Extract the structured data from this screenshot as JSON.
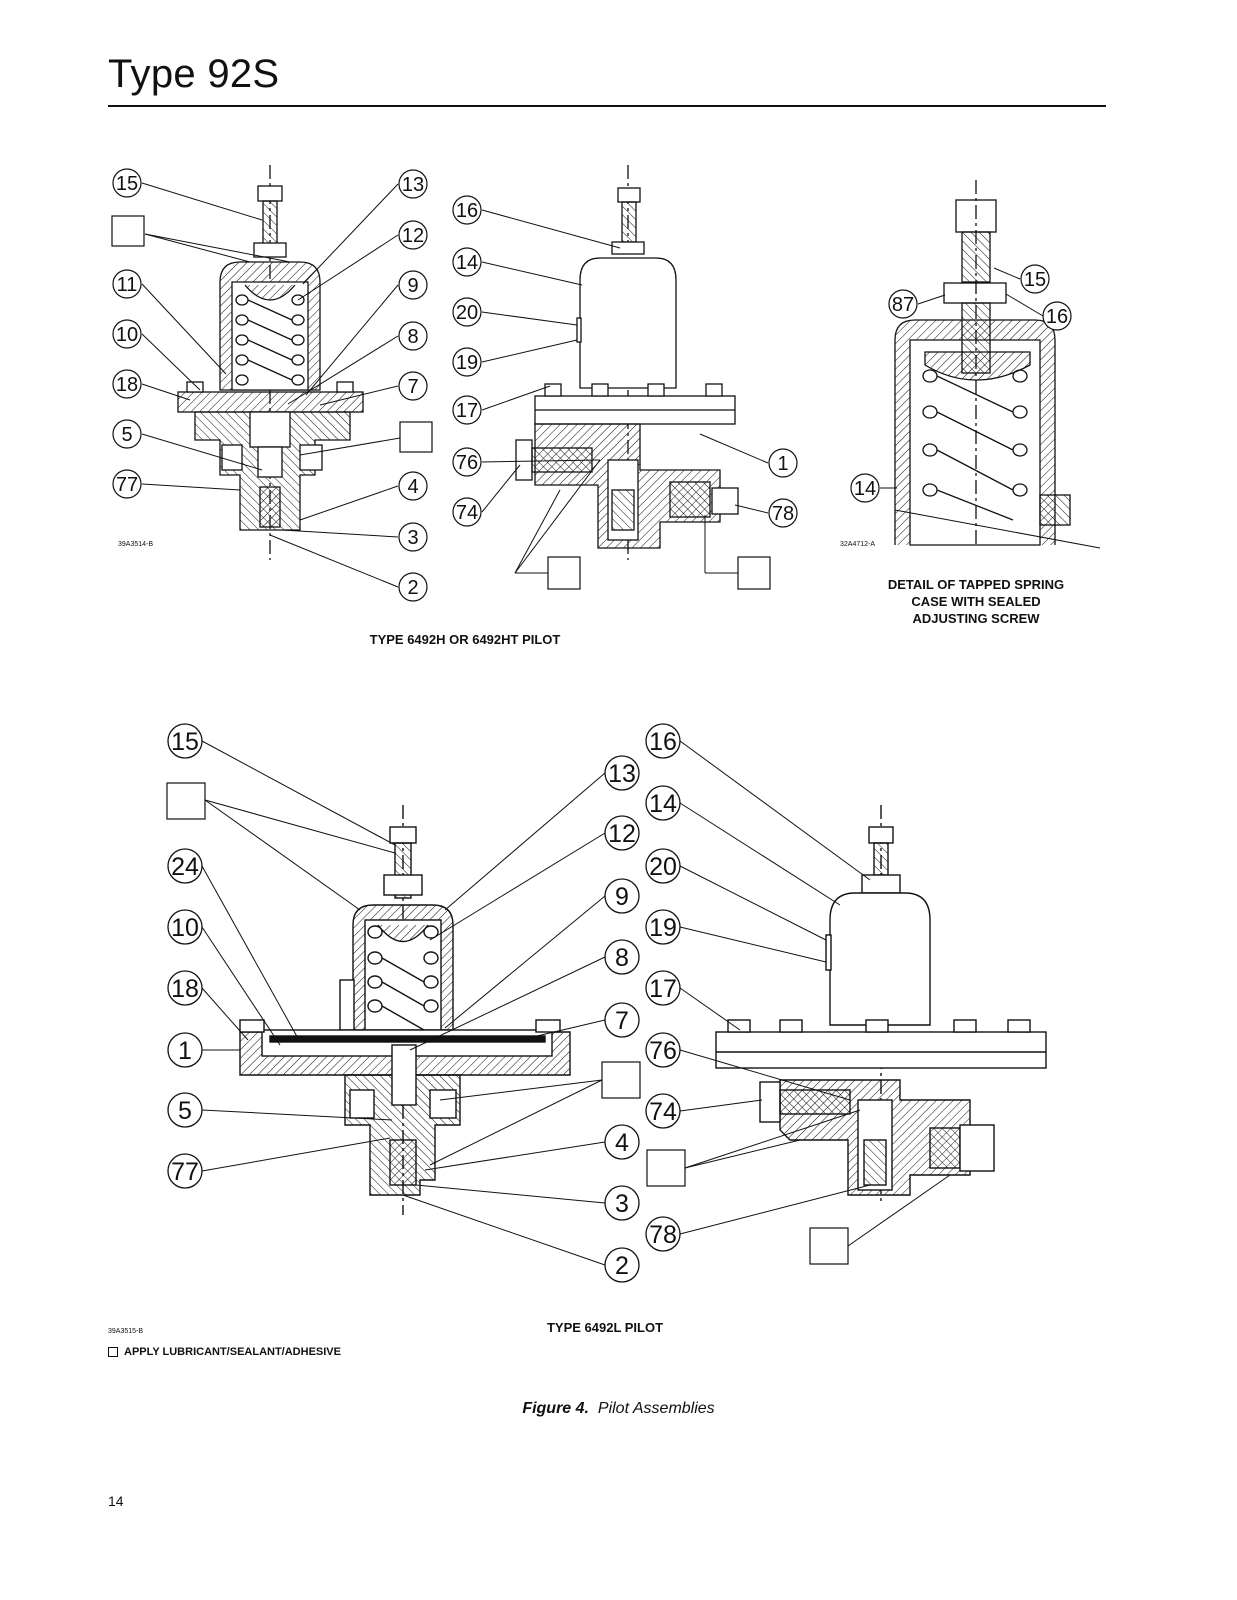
{
  "header": {
    "title": "Type 92S"
  },
  "top": {
    "h_pilot": {
      "drawing_no": "39A3514-B",
      "callouts_left": [
        "15",
        "11",
        "10",
        "18",
        "5",
        "77"
      ],
      "callouts_right": [
        "13",
        "12",
        "9",
        "8",
        "7",
        "4",
        "3",
        "2"
      ]
    },
    "h_pilot_side": {
      "callouts_left": [
        "16",
        "14",
        "20",
        "19",
        "17",
        "76",
        "74"
      ],
      "callouts_right": [
        "1",
        "78"
      ]
    },
    "caption": "TYPE 6492H OR 6492HT PILOT",
    "detail": {
      "drawing_no": "32A4712-A",
      "callouts": [
        "15",
        "87",
        "16",
        "14"
      ],
      "caption_lines": [
        "DETAIL OF TAPPED SPRING",
        "CASE WITH SEALED",
        "ADJUSTING SCREW"
      ]
    }
  },
  "bottom": {
    "l_pilot": {
      "callouts_left": [
        "15",
        "24",
        "10",
        "18",
        "1",
        "5",
        "77"
      ],
      "callouts_mid": [
        "13",
        "12",
        "9",
        "8",
        "7",
        "4",
        "3",
        "2"
      ],
      "callouts_right": [
        "16",
        "14",
        "20",
        "19",
        "17",
        "76",
        "74",
        "78"
      ]
    },
    "drawing_no": "39A3515-B",
    "caption": "TYPE 6492L PILOT"
  },
  "legend": {
    "text": "APPLY LUBRICANT/SEALANT/ADHESIVE"
  },
  "figure_caption": {
    "label": "Figure 4.",
    "text": "Pilot Assemblies"
  },
  "page": {
    "number": "14"
  }
}
